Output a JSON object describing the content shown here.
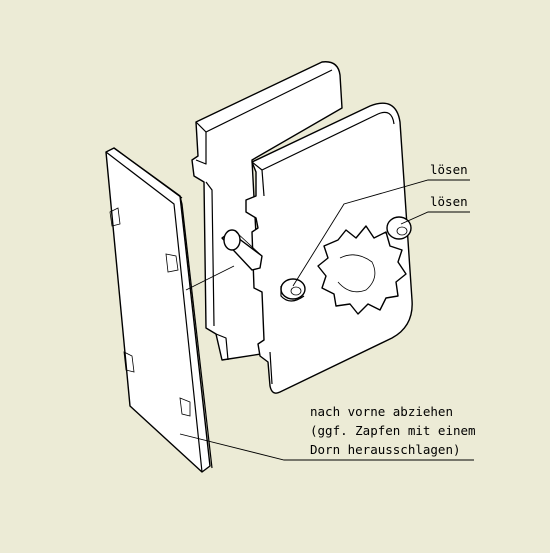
{
  "labels": {
    "loosen_screw_1": "lösen",
    "loosen_screw_2": "lösen"
  },
  "note": {
    "lines": [
      "nach vorne abziehen",
      "(ggf. Zapfen mit einem",
      "Dorn herausschlagen)"
    ]
  },
  "colors": {
    "background": "#ecebd6",
    "line": "#000000",
    "part_fill": "#ffffff"
  }
}
